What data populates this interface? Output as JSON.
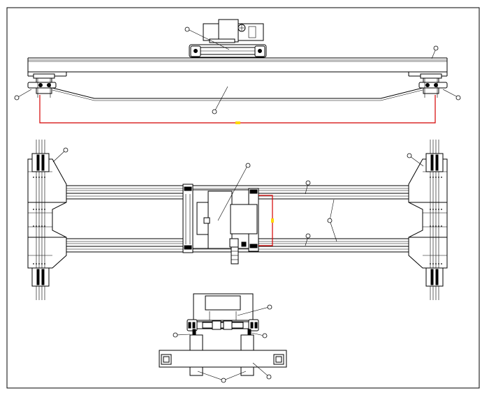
{
  "drawing": {
    "type": "technical-drawing",
    "views": [
      "front-elevation",
      "plan-view",
      "side-view"
    ],
    "colors": {
      "line": "#000000",
      "background": "#ffffff",
      "conductor": "#d40000",
      "marker": "#ffd800"
    }
  },
  "balloons": [
    {
      "id": "b-front-trolley"
    },
    {
      "id": "b-front-rail"
    },
    {
      "id": "b-front-girder"
    },
    {
      "id": "b-front-endtruck-left"
    },
    {
      "id": "b-front-endtruck-right"
    },
    {
      "id": "b-plan-endtruck-left"
    },
    {
      "id": "b-plan-endtruck-right"
    },
    {
      "id": "b-plan-trolley"
    },
    {
      "id": "b-plan-rail-top"
    },
    {
      "id": "b-plan-rail-bottom"
    },
    {
      "id": "b-plan-girder"
    },
    {
      "id": "b-side-trolley"
    },
    {
      "id": "b-side-wheel-left"
    },
    {
      "id": "b-side-wheel-right"
    },
    {
      "id": "b-side-girder"
    },
    {
      "id": "b-side-endcarriage"
    }
  ]
}
